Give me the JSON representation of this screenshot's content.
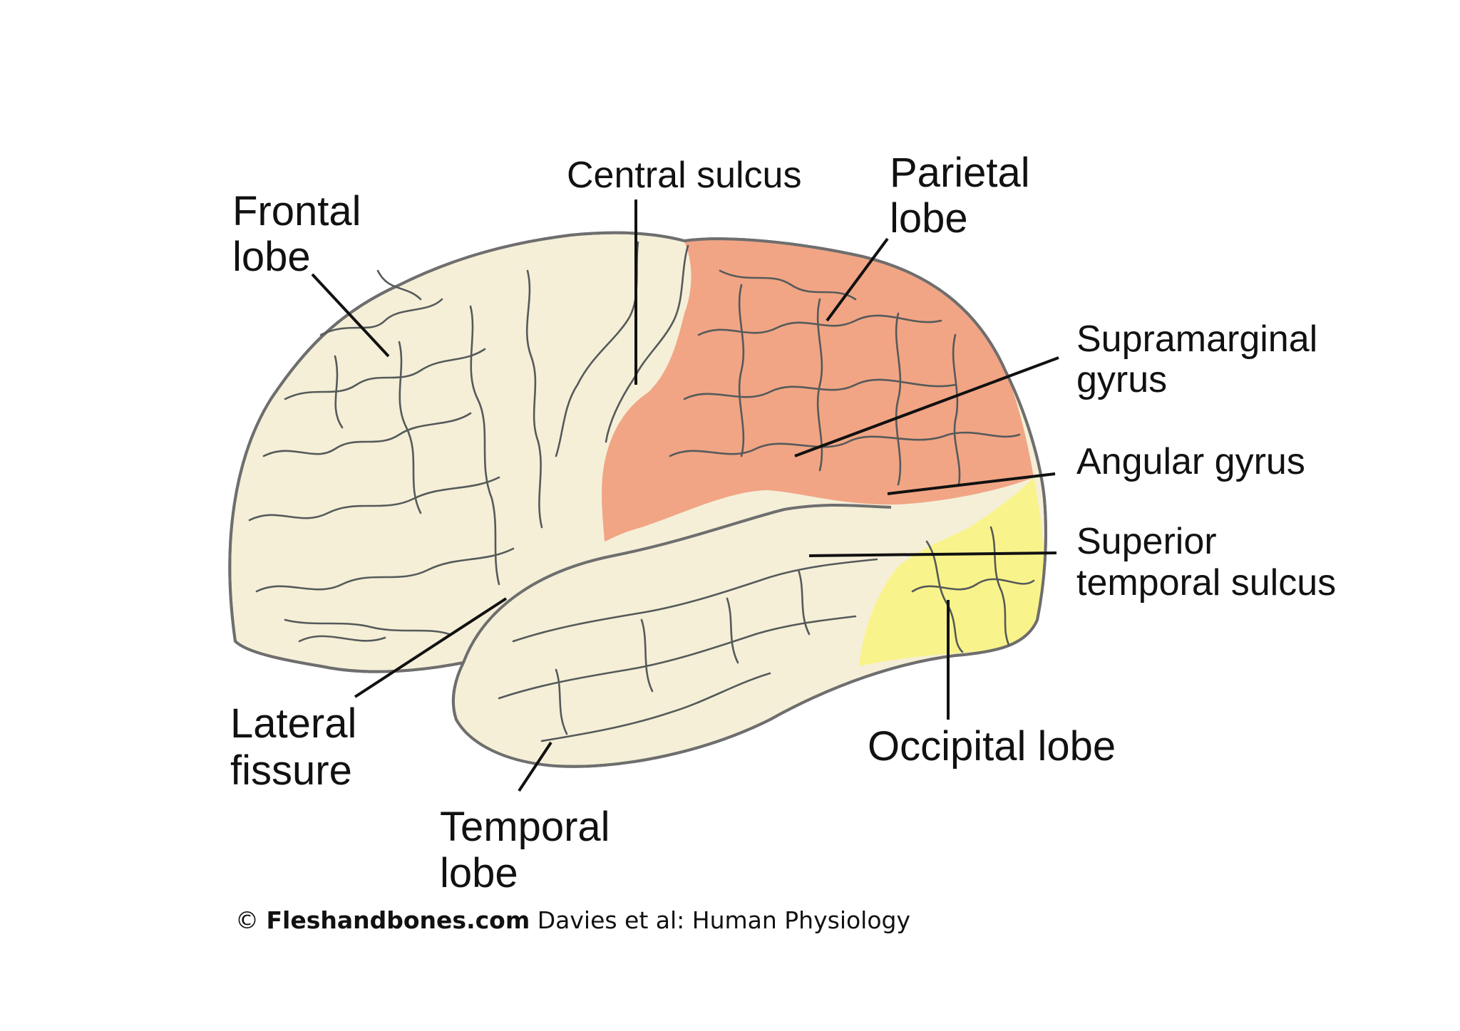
{
  "colors": {
    "background": "#ffffff",
    "brain_base": "#f5efd8",
    "parietal": "#f1a585",
    "occipital": "#f9f38b",
    "sulci": "#555a5a",
    "outline": "#6e6e6e",
    "label": "#111111"
  },
  "labels": {
    "frontal_lobe": [
      "Frontal",
      "lobe"
    ],
    "central_sulcus": [
      "Central sulcus"
    ],
    "parietal_lobe": [
      "Parietal",
      "lobe"
    ],
    "supramarginal_gyrus": [
      "Supramarginal",
      "gyrus"
    ],
    "angular_gyrus": [
      "Angular gyrus"
    ],
    "superior_temporal_sulcus": [
      "Superior",
      "temporal sulcus"
    ],
    "occipital_lobe": [
      "Occipital lobe"
    ],
    "lateral_fissure": [
      "Lateral",
      "fissure"
    ],
    "temporal_lobe": [
      "Temporal",
      "lobe"
    ]
  },
  "credit": {
    "symbol": "©",
    "site": "Fleshandbones.com",
    "source": "Davies et al: Human Physiology"
  }
}
